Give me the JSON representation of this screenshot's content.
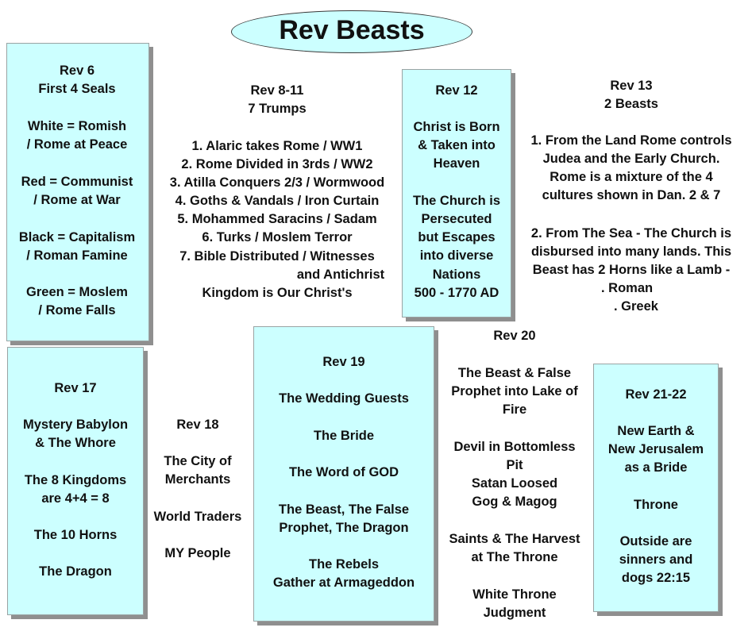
{
  "title": "Rev Beasts",
  "rev6": {
    "heading": "Rev 6",
    "subheading": "First 4 Seals",
    "lines": [
      "White = Romish",
      "/ Rome at Peace",
      "Red = Communist",
      "/ Rome at War",
      "Black = Capitalism",
      "/ Roman Famine",
      "Green = Moslem",
      "/ Rome Falls"
    ]
  },
  "rev8_11": {
    "heading": "Rev 8-11",
    "subheading": "7 Trumps",
    "lines": [
      "1. Alaric takes Rome / WW1",
      "2. Rome Divided in 3rds / WW2",
      "3. Atilla Conquers 2/3 / Wormwood",
      "4. Goths & Vandals / Iron Curtain",
      "5. Mohammed Saracins / Sadam",
      "6. Turks / Moslem Terror",
      "7. Bible Distributed / Witnesses",
      "and Antichrist",
      "Kingdom is Our Christ's"
    ]
  },
  "rev12": {
    "heading": "Rev 12",
    "lines": [
      "Christ is Born",
      "& Taken into",
      "Heaven",
      "The Church is",
      "Persecuted",
      "but Escapes",
      "into diverse",
      "Nations",
      "500 - 1770 AD"
    ]
  },
  "rev13": {
    "heading": "Rev 13",
    "subheading": "2 Beasts",
    "lines": [
      "1. From the Land Rome controls",
      "Judea and the Early Church.",
      "Rome is a mixture of the 4",
      "cultures shown in Dan. 2 & 7",
      "2. From The Sea - The Church is",
      "disbursed into many lands. This",
      "Beast has 2 Horns like a Lamb -",
      ". Roman",
      ". Greek"
    ]
  },
  "rev17": {
    "heading": "Rev 17",
    "lines": [
      "Mystery Babylon",
      "& The Whore",
      "The 8 Kingdoms",
      "are 4+4 = 8",
      "The 10 Horns",
      "The Dragon"
    ]
  },
  "rev18": {
    "heading": "Rev 18",
    "lines": [
      "The City of",
      "Merchants",
      "World Traders",
      "MY People"
    ]
  },
  "rev19": {
    "heading": "Rev 19",
    "lines": [
      "The Wedding Guests",
      "The Bride",
      "The Word of GOD",
      "The Beast, The False",
      "Prophet, The Dragon",
      "The Rebels",
      "Gather at Armageddon"
    ]
  },
  "rev20": {
    "heading": "Rev 20",
    "lines": [
      "The Beast & False",
      "Prophet into Lake of",
      "Fire",
      "Devil in Bottomless",
      "Pit",
      "Satan Loosed",
      "Gog & Magog",
      "Saints & The Harvest",
      "at The Throne",
      "White Throne",
      "Judgment"
    ]
  },
  "rev21_22": {
    "heading": "Rev 21-22",
    "lines": [
      "New Earth &",
      "New Jerusalem",
      "as a Bride",
      "Throne",
      "Outside are",
      "sinners and",
      "dogs 22:15"
    ]
  }
}
